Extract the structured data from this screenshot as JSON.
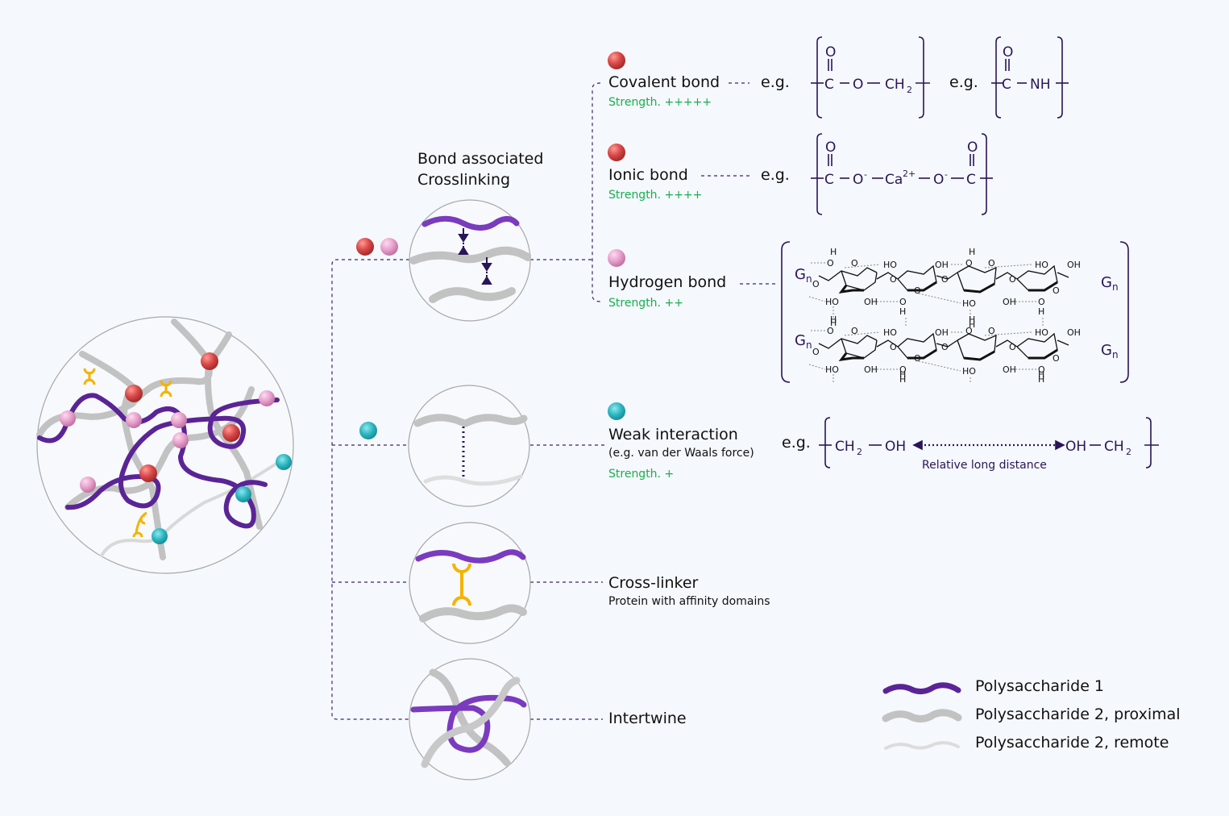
{
  "header": {
    "title_line1": "Bond associated",
    "title_line2": "Crosslinking"
  },
  "colors": {
    "polysaccharide1": "#6a2aa0",
    "polysaccharide2_proximal": "#bdbdbd",
    "polysaccharide2_remote": "#dcdcdc",
    "covalent_ball": "#d84848",
    "hydrogen_ball": "#e8a0cc",
    "weak_ball": "#2bb4bf",
    "crosslinker": "#f3b400",
    "strength_text": "#16b04e",
    "chem_text": "#2a1558",
    "connector": "#3a2668"
  },
  "bonds": {
    "covalent": {
      "label": "Covalent bond",
      "strength": "Strength. +++++",
      "eg": "e.g.",
      "formula1": {
        "top": "O",
        "chain": [
          "C",
          "O",
          "CH",
          "2"
        ]
      },
      "eg2": "e.g.",
      "formula2": {
        "top": "O",
        "chain": [
          "C",
          "NH"
        ]
      }
    },
    "ionic": {
      "label": "Ionic bond",
      "strength": "Strength. ++++",
      "eg": "e.g.",
      "formula": {
        "top_left": "O",
        "top_right": "O",
        "chain": [
          "C",
          "O⁻",
          "Ca²⁺",
          "O⁻",
          "C"
        ]
      }
    },
    "hydrogen": {
      "label": "Hydrogen bond",
      "strength": "Strength. ++",
      "structure": {
        "end_label": "G",
        "end_sub": "n",
        "groups": [
          "H",
          "O",
          "HO",
          "OH",
          "OH",
          "HO",
          "O",
          "H"
        ]
      }
    },
    "weak": {
      "label": "Weak interaction",
      "sublabel": "(e.g. van der Waals force)",
      "strength": "Strength. +",
      "eg": "e.g.",
      "left": [
        "CH",
        "2",
        "OH"
      ],
      "right": [
        "OH",
        "CH",
        "2"
      ],
      "distance_label": "Relative long distance"
    },
    "crosslinker": {
      "label": "Cross-linker",
      "sublabel": "Protein with affinity domains"
    },
    "intertwine": {
      "label": "Intertwine"
    }
  },
  "legend": {
    "items": [
      {
        "label": "Polysaccharide 1"
      },
      {
        "label": "Polysaccharide 2, proximal"
      },
      {
        "label": "Polysaccharide 2, remote"
      }
    ]
  }
}
